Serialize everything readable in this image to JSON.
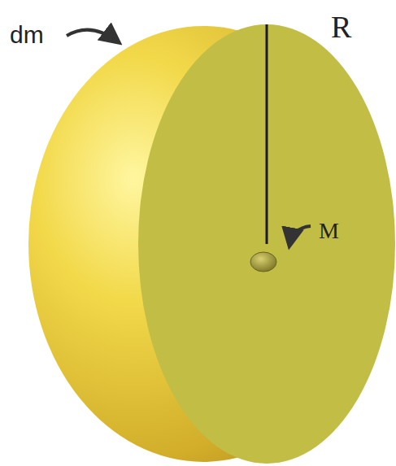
{
  "diagram": {
    "labels": [
      "dm",
      "R",
      "M"
    ]
  }
}
